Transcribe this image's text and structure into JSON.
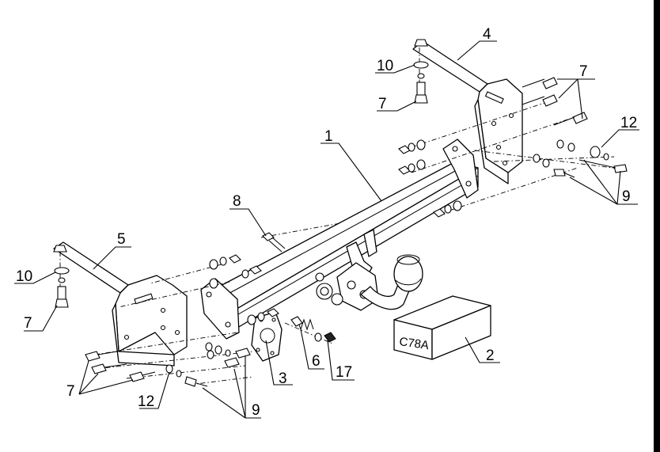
{
  "callouts": {
    "c1": "1",
    "c2": "2",
    "c3": "3",
    "c4": "4",
    "c5": "5",
    "c6": "6",
    "c7_top_left": "7",
    "c7_top_right": "7",
    "c7_left": "7",
    "c7_bottom_left": "7",
    "c8": "8",
    "c9_right": "9",
    "c9_bottom": "9",
    "c10_top": "10",
    "c10_left": "10",
    "c12_right": "12",
    "c12_bottom": "12",
    "c17": "17"
  },
  "box_label": "C78A",
  "right_edge_color": "#000000"
}
